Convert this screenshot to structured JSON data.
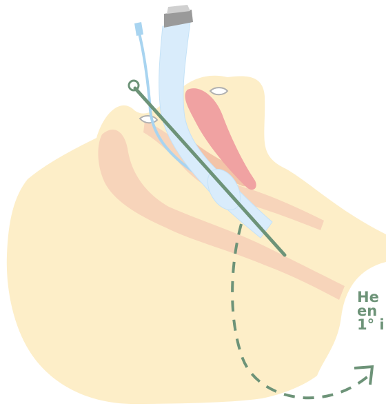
{
  "callout": {
    "lines": [
      "He",
      "en",
      "1° i"
    ]
  },
  "colors": {
    "skin": "#fdeec8",
    "tissue": "#f7d4ba",
    "tongue": "#f0a2a2",
    "tube": "#d9ecfb",
    "tube_edge": "#b8dcf4",
    "cuff_line": "#a8d4f0",
    "bougie": "#6d9378",
    "connector": "#9a9a9a"
  },
  "icons": {
    "arrow": "dashed-curved-arrow",
    "guide": "bougie-guide-wire"
  }
}
